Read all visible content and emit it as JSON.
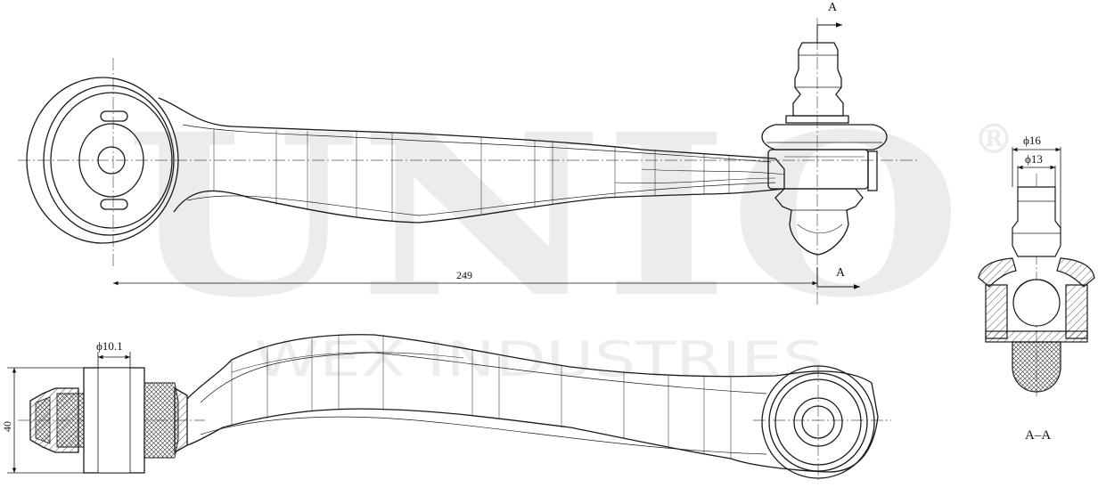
{
  "watermark": {
    "brand": "UNIO",
    "registered": "®",
    "subtitle": "WEX INDUSTRIES"
  },
  "dimensions": {
    "length": "249",
    "bushing_bore": "ϕ10.1",
    "height": "40",
    "ball_outer": "ϕ16",
    "ball_inner": "ϕ13"
  },
  "section": {
    "marker": "A",
    "title": "A–A"
  },
  "colors": {
    "line": "#1a1a1a",
    "center_line": "#555555",
    "watermark": "#e8e8e8"
  }
}
